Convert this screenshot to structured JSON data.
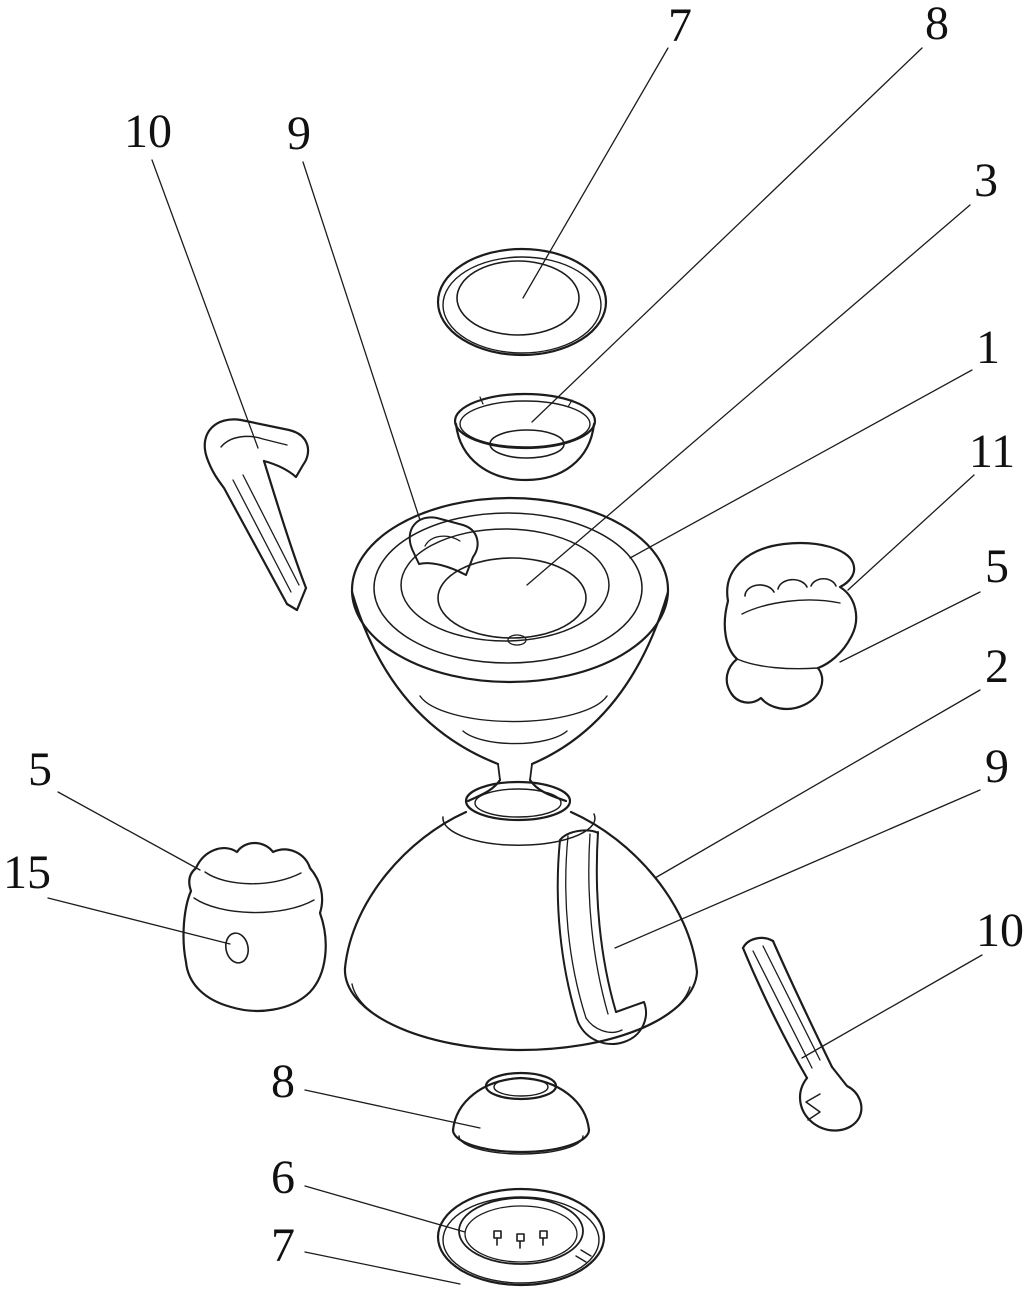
{
  "figure": {
    "type": "exploded-view patent line drawing",
    "line_color": "#1c1c1c",
    "background_color": "#ffffff"
  },
  "labels": {
    "top_7": "7",
    "top_8": "8",
    "right_3": "3",
    "right_1": "1",
    "right_11": "11",
    "right_5": "5",
    "right_2": "2",
    "right_9": "9",
    "right_10": "10",
    "left_10": "10",
    "left_9": "9",
    "left_5": "5",
    "left_15": "15",
    "bottom_8": "8",
    "bottom_6": "6",
    "bottom_7": "7"
  }
}
